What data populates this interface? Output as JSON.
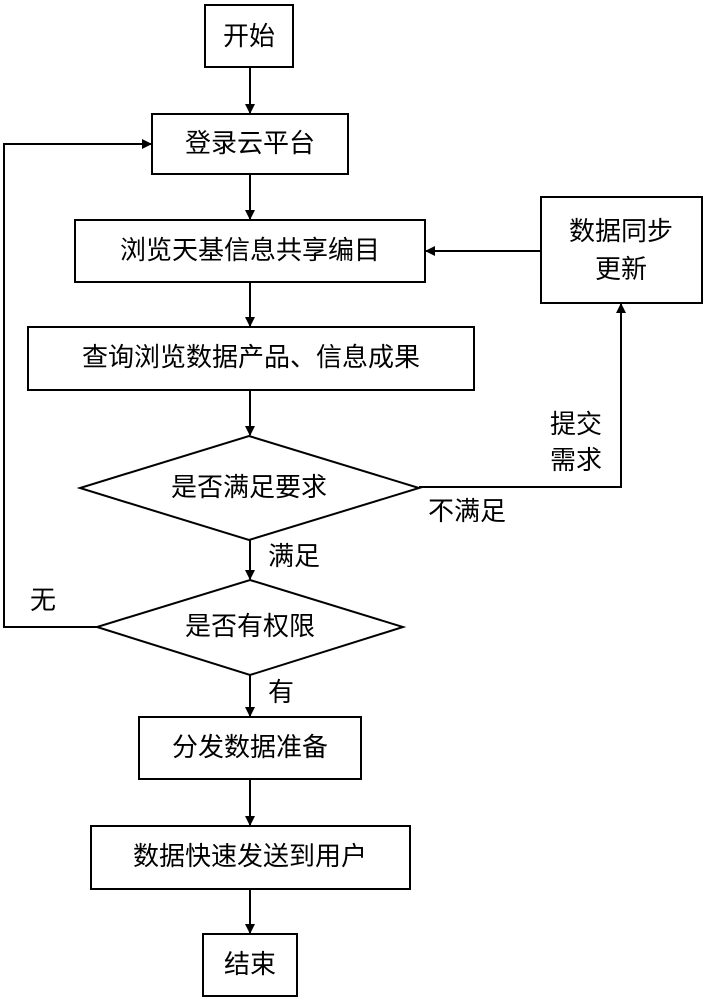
{
  "flowchart": {
    "nodes": {
      "start": "开始",
      "login": "登录云平台",
      "browse": "浏览天基信息共享编目",
      "query": "查询浏览数据产品、信息成果",
      "check_requirement": "是否满足要求",
      "check_permission": "是否有权限",
      "prepare": "分发数据准备",
      "send": "数据快速发送到用户",
      "end": "结束",
      "sync_line1": "数据同步",
      "sync_line2": "更新"
    },
    "edge_labels": {
      "submit_line1": "提交",
      "submit_line2": "需求",
      "not_satisfied": "不满足",
      "satisfied": "满足",
      "no_permission": "无",
      "has_permission": "有"
    }
  }
}
